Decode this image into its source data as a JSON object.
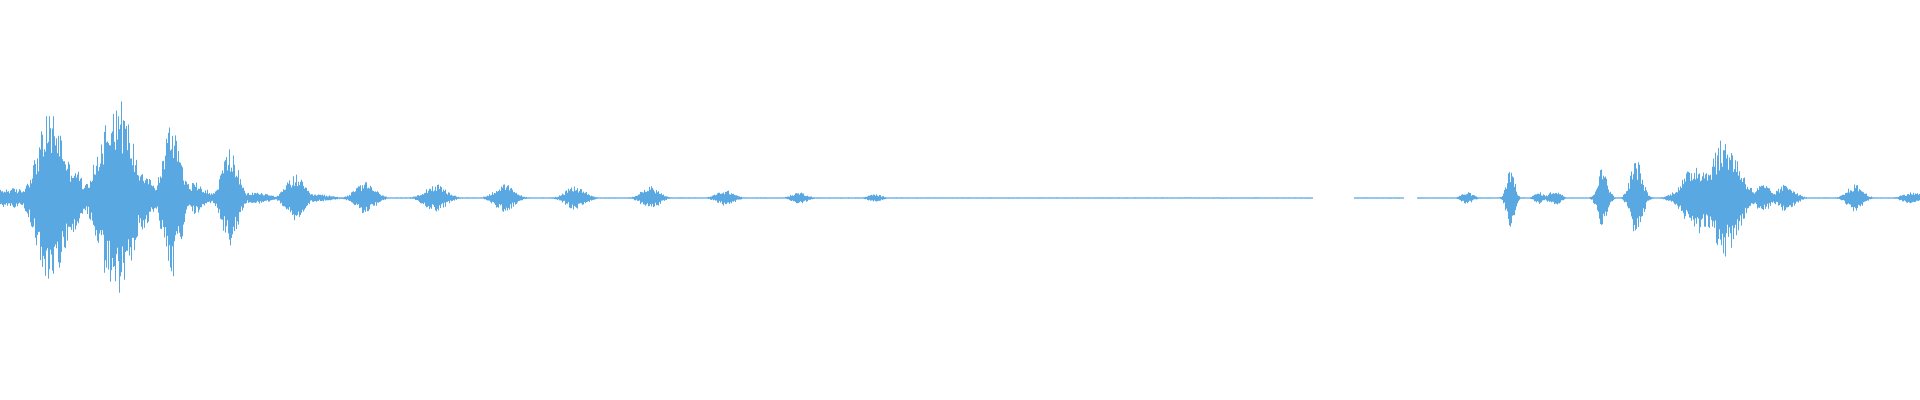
{
  "waveform": {
    "color": "#5aa8e2",
    "background": "#ffffff",
    "silence_ranges": [
      [
        0.6836,
        0.705
      ],
      [
        0.731,
        0.7375
      ]
    ],
    "bursts": [
      {
        "t": 0.006,
        "a": 0.05,
        "w": 0.01
      },
      {
        "t": 0.0265,
        "a": 0.44,
        "w": 0.007
      },
      {
        "t": 0.0375,
        "a": 0.18,
        "w": 0.0045
      },
      {
        "t": 0.0605,
        "a": 0.52,
        "w": 0.008
      },
      {
        "t": 0.0745,
        "a": 0.16,
        "w": 0.004
      },
      {
        "t": 0.0895,
        "a": 0.4,
        "w": 0.0045
      },
      {
        "t": 0.101,
        "a": 0.08,
        "w": 0.006
      },
      {
        "t": 0.1195,
        "a": 0.26,
        "w": 0.004
      },
      {
        "t": 0.133,
        "a": 0.03,
        "w": 0.007
      },
      {
        "t": 0.1535,
        "a": 0.12,
        "w": 0.0045
      },
      {
        "t": 0.164,
        "a": 0.02,
        "w": 0.008
      },
      {
        "t": 0.19,
        "a": 0.08,
        "w": 0.005
      },
      {
        "t": 0.2265,
        "a": 0.07,
        "w": 0.0055
      },
      {
        "t": 0.2625,
        "a": 0.07,
        "w": 0.005
      },
      {
        "t": 0.2995,
        "a": 0.06,
        "w": 0.005
      },
      {
        "t": 0.3385,
        "a": 0.06,
        "w": 0.0045
      },
      {
        "t": 0.3775,
        "a": 0.04,
        "w": 0.0045
      },
      {
        "t": 0.416,
        "a": 0.03,
        "w": 0.004
      },
      {
        "t": 0.4555,
        "a": 0.02,
        "w": 0.0035
      },
      {
        "t": 0.764,
        "a": 0.03,
        "w": 0.003
      },
      {
        "t": 0.7865,
        "a": 0.16,
        "w": 0.002
      },
      {
        "t": 0.8015,
        "a": 0.03,
        "w": 0.0025
      },
      {
        "t": 0.8095,
        "a": 0.04,
        "w": 0.003
      },
      {
        "t": 0.8345,
        "a": 0.16,
        "w": 0.0025
      },
      {
        "t": 0.852,
        "a": 0.2,
        "w": 0.003
      },
      {
        "t": 0.879,
        "a": 0.06,
        "w": 0.006
      },
      {
        "t": 0.884,
        "a": 0.18,
        "w": 0.007
      },
      {
        "t": 0.898,
        "a": 0.3,
        "w": 0.0075
      },
      {
        "t": 0.918,
        "a": 0.07,
        "w": 0.004
      },
      {
        "t": 0.93,
        "a": 0.07,
        "w": 0.0045
      },
      {
        "t": 0.966,
        "a": 0.07,
        "w": 0.004
      },
      {
        "t": 0.996,
        "a": 0.03,
        "w": 0.005
      }
    ]
  }
}
